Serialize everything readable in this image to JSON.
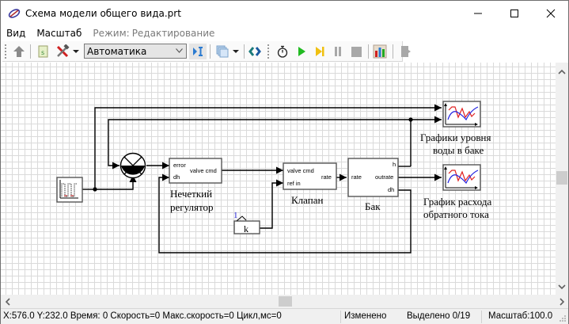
{
  "window": {
    "title": "Схема модели общего вида.prt",
    "controls": {
      "minimize": "minimize-icon",
      "maximize": "maximize-icon",
      "close": "close-icon"
    }
  },
  "menu": {
    "items": [
      "Вид",
      "Масштаб"
    ],
    "mode_label": "Режим:",
    "mode_value": "Редактирование"
  },
  "toolbar": {
    "solver_select": {
      "value": "Автоматика"
    },
    "icons": [
      "up-arrow-icon",
      "script-icon",
      "tools-icon",
      "dropdown-arrow-icon",
      "step-into-icon",
      "layers-icon",
      "dropdown-arrow-icon",
      "refresh-icon",
      "stopwatch-icon",
      "play-icon",
      "step-icon",
      "pause-icon",
      "stop-icon",
      "chart-icon",
      "exit-icon"
    ]
  },
  "diagram": {
    "blocks": {
      "generator": {
        "label": ""
      },
      "summator": {
        "label": ""
      },
      "fuzzy_controller": {
        "label_line1": "Нечеткий",
        "label_line2": "регулятор",
        "inputs": [
          "error",
          "dh"
        ],
        "outputs": [
          "valve cmd"
        ]
      },
      "valve": {
        "label": "Клапан",
        "inputs": [
          "valve cmd",
          "ref in"
        ],
        "outputs": [
          "rate"
        ]
      },
      "tank": {
        "label": "Бак",
        "inputs": [
          "rate"
        ],
        "outputs": [
          "h",
          "outrate",
          "dh"
        ]
      },
      "constant": {
        "value_text": "k",
        "index": "1"
      },
      "plot_level": {
        "label_line1": "Графики уровня",
        "label_line2": "воды в баке"
      },
      "plot_flow": {
        "label_line1": "График расхода",
        "label_line2": "обратного тока"
      }
    }
  },
  "status": {
    "coords": "X:576.0  Y:232.0 Время: 0 Скорость=0 Макс.скорость=0 Цикл,мс=0",
    "modified": "Изменено",
    "selected": "Выделено 0/19",
    "scale": "Масштаб:100.0"
  }
}
